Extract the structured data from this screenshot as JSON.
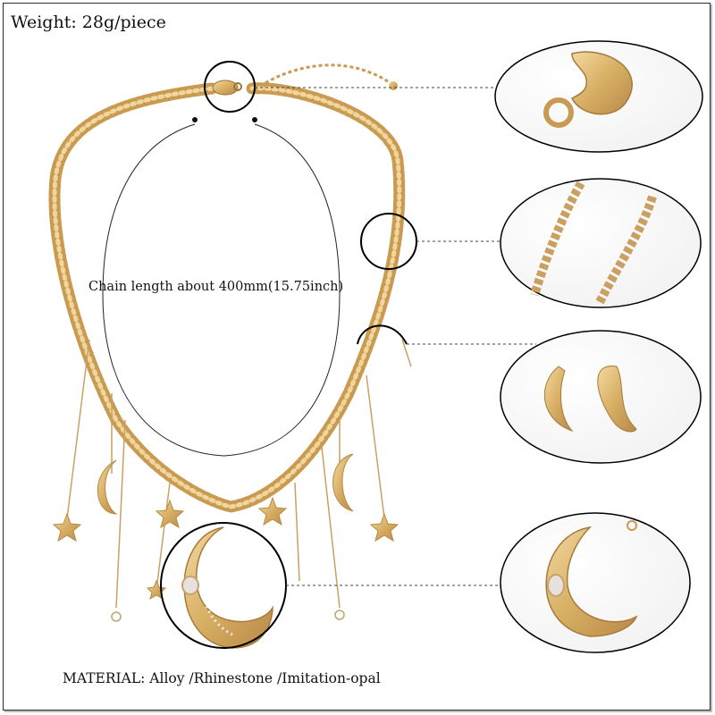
{
  "labels": {
    "weight": "Weight: 28g/piece",
    "chain_length": "Chain length about 400mm(15.75inch)",
    "material": "MATERIAL: Alloy /Rhinestone /Imitation-opal"
  },
  "colors": {
    "gold": "#d7ae63",
    "outline": "#000000",
    "background": "#ffffff"
  }
}
